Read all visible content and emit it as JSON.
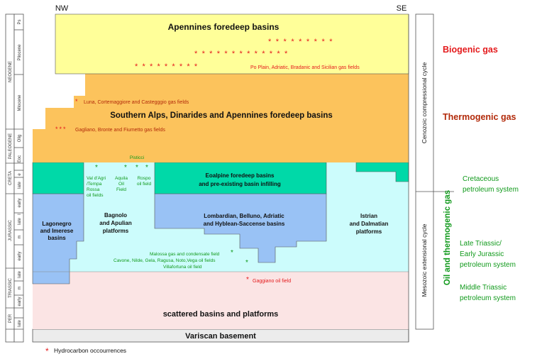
{
  "orientation": {
    "left": "NW",
    "right": "SE"
  },
  "strat_column": {
    "periods": [
      "PER",
      "TRIASSIC",
      "JURASSIC",
      "CRETA",
      "PALEOGENE",
      "NEOGENE"
    ],
    "epochs": [
      "late",
      "early",
      "m",
      "late",
      "early",
      "m",
      "late",
      "early",
      "I",
      "late",
      "e",
      "Eoc",
      "Olig",
      "Miocene",
      "Pliocene",
      "Ps"
    ]
  },
  "units": {
    "apennines_foredeep": "Apennines foredeep basins",
    "southern_alps": "Southern Alps, Dinarides and Apennines foredeep basins",
    "eoalpine_1": "Eoalpine foredeep basins",
    "eoalpine_2": "and pre-existing basin infilling",
    "lagonegro_1": "Lagonegro",
    "lagonegro_2": "and Imerese",
    "lagonegro_3": "basins",
    "bagnolo_1": "Bagnolo",
    "bagnolo_2": "and Apulian",
    "bagnolo_3": "platforms",
    "lombardian_1": "Lombardian, Belluno, Adriatic",
    "lombardian_2": "and Hyblean-Saccense basins",
    "istrian_1": "Istrian",
    "istrian_2": "and Dalmatian",
    "istrian_3": "platforms",
    "scattered": "scattered  basins and platforms",
    "variscan": "Variscan basement"
  },
  "fields": {
    "po_plain": "Po Plain, Adriatic, Bradanic and Sicilian gas fields",
    "luna": "Luna, Cortemaggiore and Castegggio gas fields",
    "gagliano_bronte": "Gagliano, Bronte and Fiumetto gas fields",
    "pisticci": "Pisticci",
    "val_dagri_1": "Val d'Agri",
    "val_dagri_2": "/Tempa",
    "val_dagri_3": "Rossa",
    "val_dagri_4": "oil fields",
    "aquila_1": "Aquila",
    "aquila_2": "Oil",
    "aquila_3": "Field",
    "rospo_1": "Rospo",
    "rospo_2": "oil field",
    "malossa": "Malossa gas and condensate field",
    "cavone": "Cavone, Nilde, Gela, Ragusa, Noto,Vega oil fields",
    "villafortuna": "Villafortuna oil field",
    "gaggiano": "Gaggiano oil field"
  },
  "right_panel": {
    "cenozoic": "Cenozoic compressional cycle",
    "mesozoic": "Mesozoic extensional cycle",
    "biogenic": "Biogenic  gas",
    "thermogenic": "Thermogenic  gas",
    "oil_thermo": "Oil and thermogenic gas",
    "cretaceous_1": "Cretaceous",
    "cretaceous_2": "petroleum system",
    "late_triassic_1": "Late Triassic/",
    "late_triassic_2": "Early Jurassic",
    "late_triassic_3": "petroleum system",
    "middle_triassic_1": "Middle Triassic",
    "middle_triassic_2": "petroleum system"
  },
  "legend": {
    "star": "*",
    "label": "Hydrocarbon occourrences"
  },
  "colors": {
    "yellow": "#ffff99",
    "orange": "#fcc35c",
    "teal": "#00d9a8",
    "light_cyan": "#ccfcfc",
    "blue": "#99c2f5",
    "pink": "#fbe4e4",
    "grey": "#ececec",
    "red": "#e41a1c",
    "brown": "#b22a0a",
    "green": "#119a1c"
  }
}
